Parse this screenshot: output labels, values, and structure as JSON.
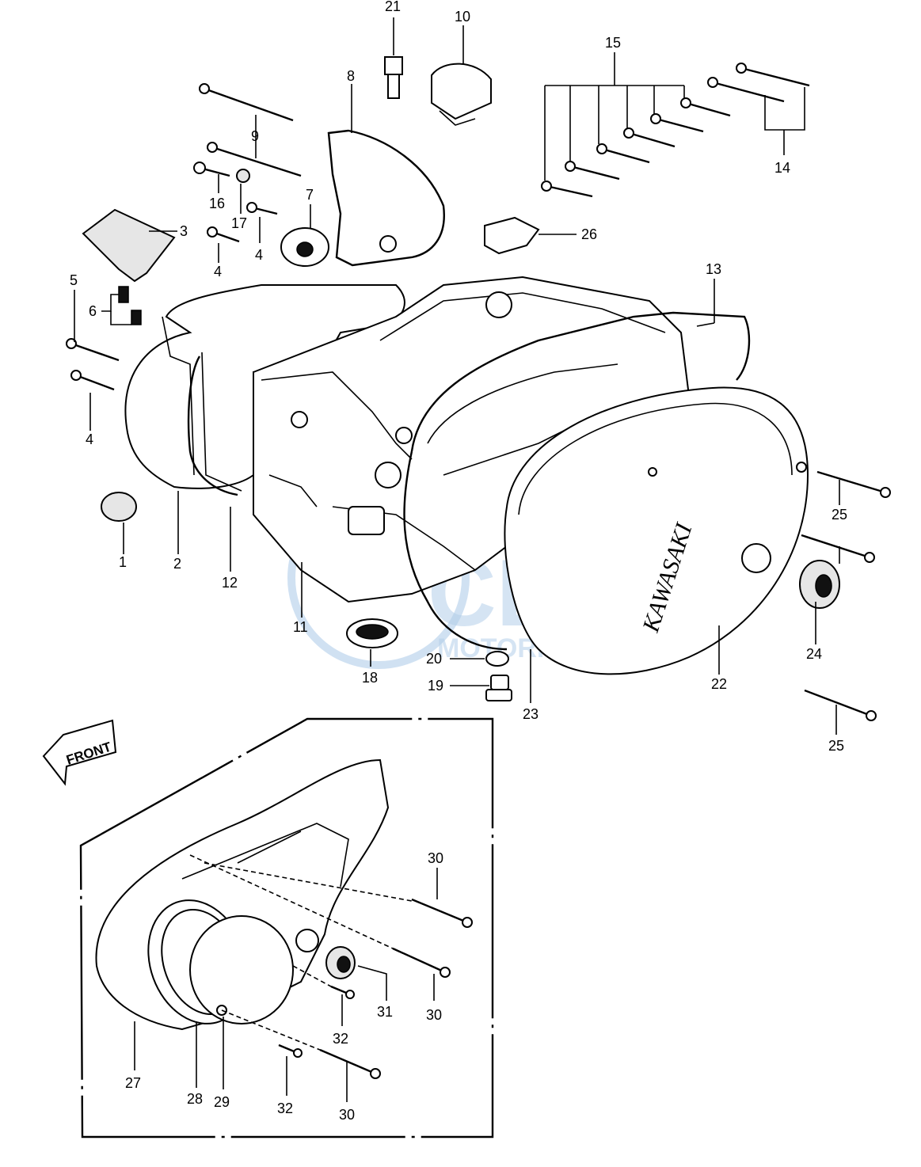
{
  "diagram": {
    "brand_text": "KAWASAKI",
    "front_label": "FRONT",
    "watermark": {
      "main": "CEM",
      "sub": "MOTORPARTS",
      "color": "#a8c8e8"
    },
    "callouts": {
      "c1": "1",
      "c2": "2",
      "c3": "3",
      "c4a": "4",
      "c4b": "4",
      "c4c": "4",
      "c5": "5",
      "c6": "6",
      "c7": "7",
      "c8": "8",
      "c9": "9",
      "c10": "10",
      "c11": "11",
      "c12": "12",
      "c13": "13",
      "c14": "14",
      "c15": "15",
      "c16": "16",
      "c17": "17",
      "c18": "18",
      "c19": "19",
      "c20": "20",
      "c21": "21",
      "c22": "22",
      "c23": "23",
      "c24": "24",
      "c25a": "25",
      "c25b": "25",
      "c26": "26",
      "c27": "27",
      "c28": "28",
      "c29": "29",
      "c30a": "30",
      "c30b": "30",
      "c30c": "30",
      "c31": "31",
      "c32a": "32",
      "c32b": "32"
    }
  }
}
